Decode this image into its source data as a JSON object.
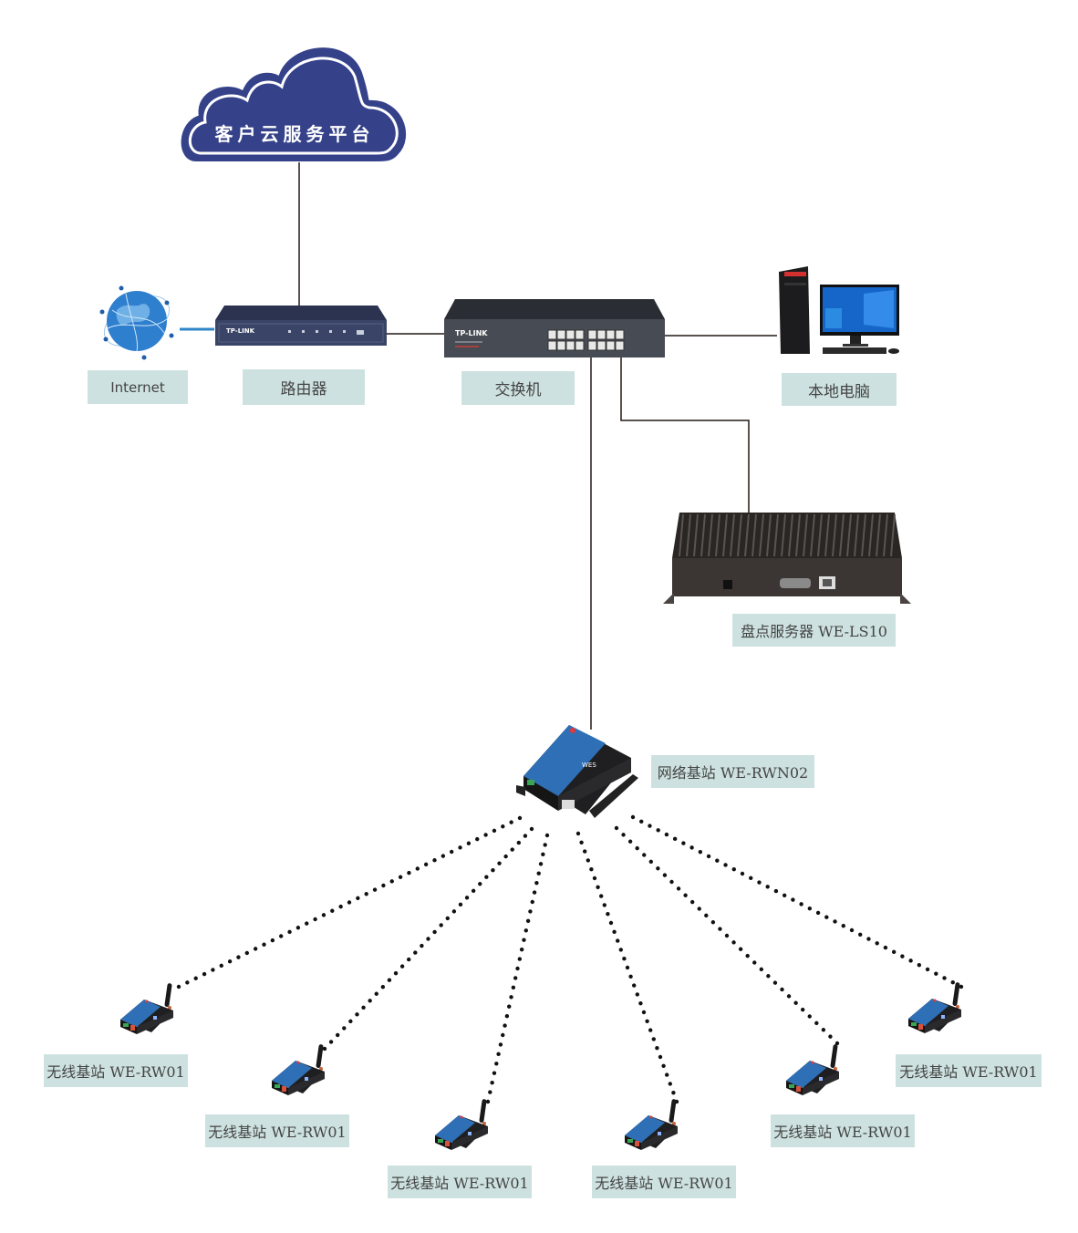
{
  "cloud": {
    "label": "客户云服务平台",
    "fill": "#35428a"
  },
  "nodes": {
    "internet": {
      "label": "Internet"
    },
    "router": {
      "label": "路由器",
      "brand": "TP-LINK"
    },
    "switch": {
      "label": "交换机",
      "brand": "TP-LINK"
    },
    "pc": {
      "label": "本地电脑"
    },
    "server": {
      "label": "盘点服务器 WE-LS10"
    },
    "network_station": {
      "label": "网络基站 WE-RWN02",
      "brand": "WES"
    }
  },
  "wireless_stations": [
    {
      "label": "无线基站 WE-RW01"
    },
    {
      "label": "无线基站 WE-RW01"
    },
    {
      "label": "无线基站 WE-RW01"
    },
    {
      "label": "无线基站 WE-RW01"
    },
    {
      "label": "无线基站 WE-RW01"
    },
    {
      "label": "无线基站 WE-RW01"
    }
  ],
  "colors": {
    "label_bg": "#cde2e0",
    "line": "#231815",
    "internet_link": "#2e86c8",
    "device_blue": "#2f6fb5"
  }
}
